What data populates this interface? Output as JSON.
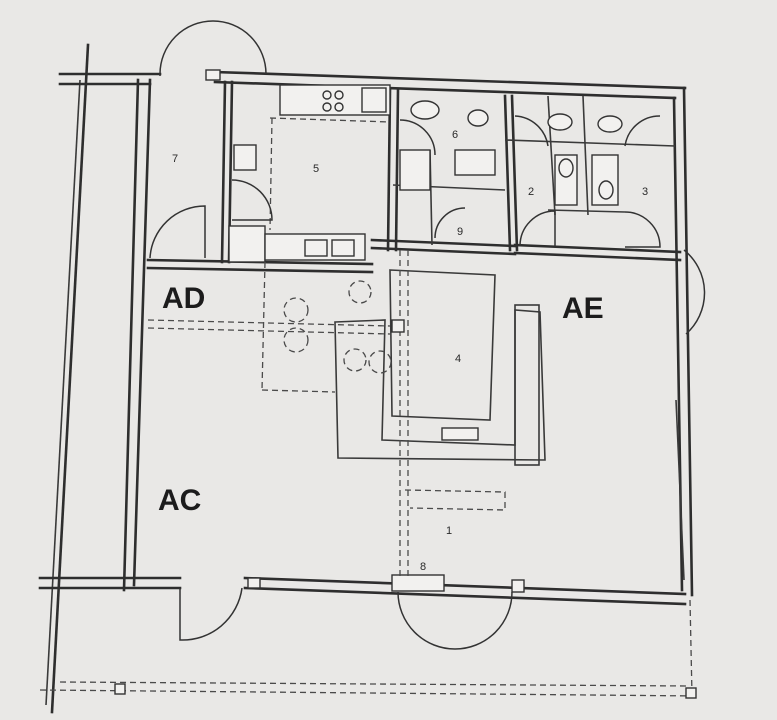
{
  "zones": [
    {
      "key": "ad",
      "label": "AD"
    },
    {
      "key": "ae",
      "label": "AE"
    },
    {
      "key": "ac",
      "label": "AC"
    }
  ],
  "rooms": {
    "r1": "1",
    "r2": "2",
    "r3": "3",
    "r4": "4",
    "r5": "5",
    "r6": "6",
    "r7": "7",
    "r8": "8",
    "r9": "9"
  },
  "colors": {
    "paper": "#e9e8e6",
    "ink": "#2e2e2e"
  }
}
